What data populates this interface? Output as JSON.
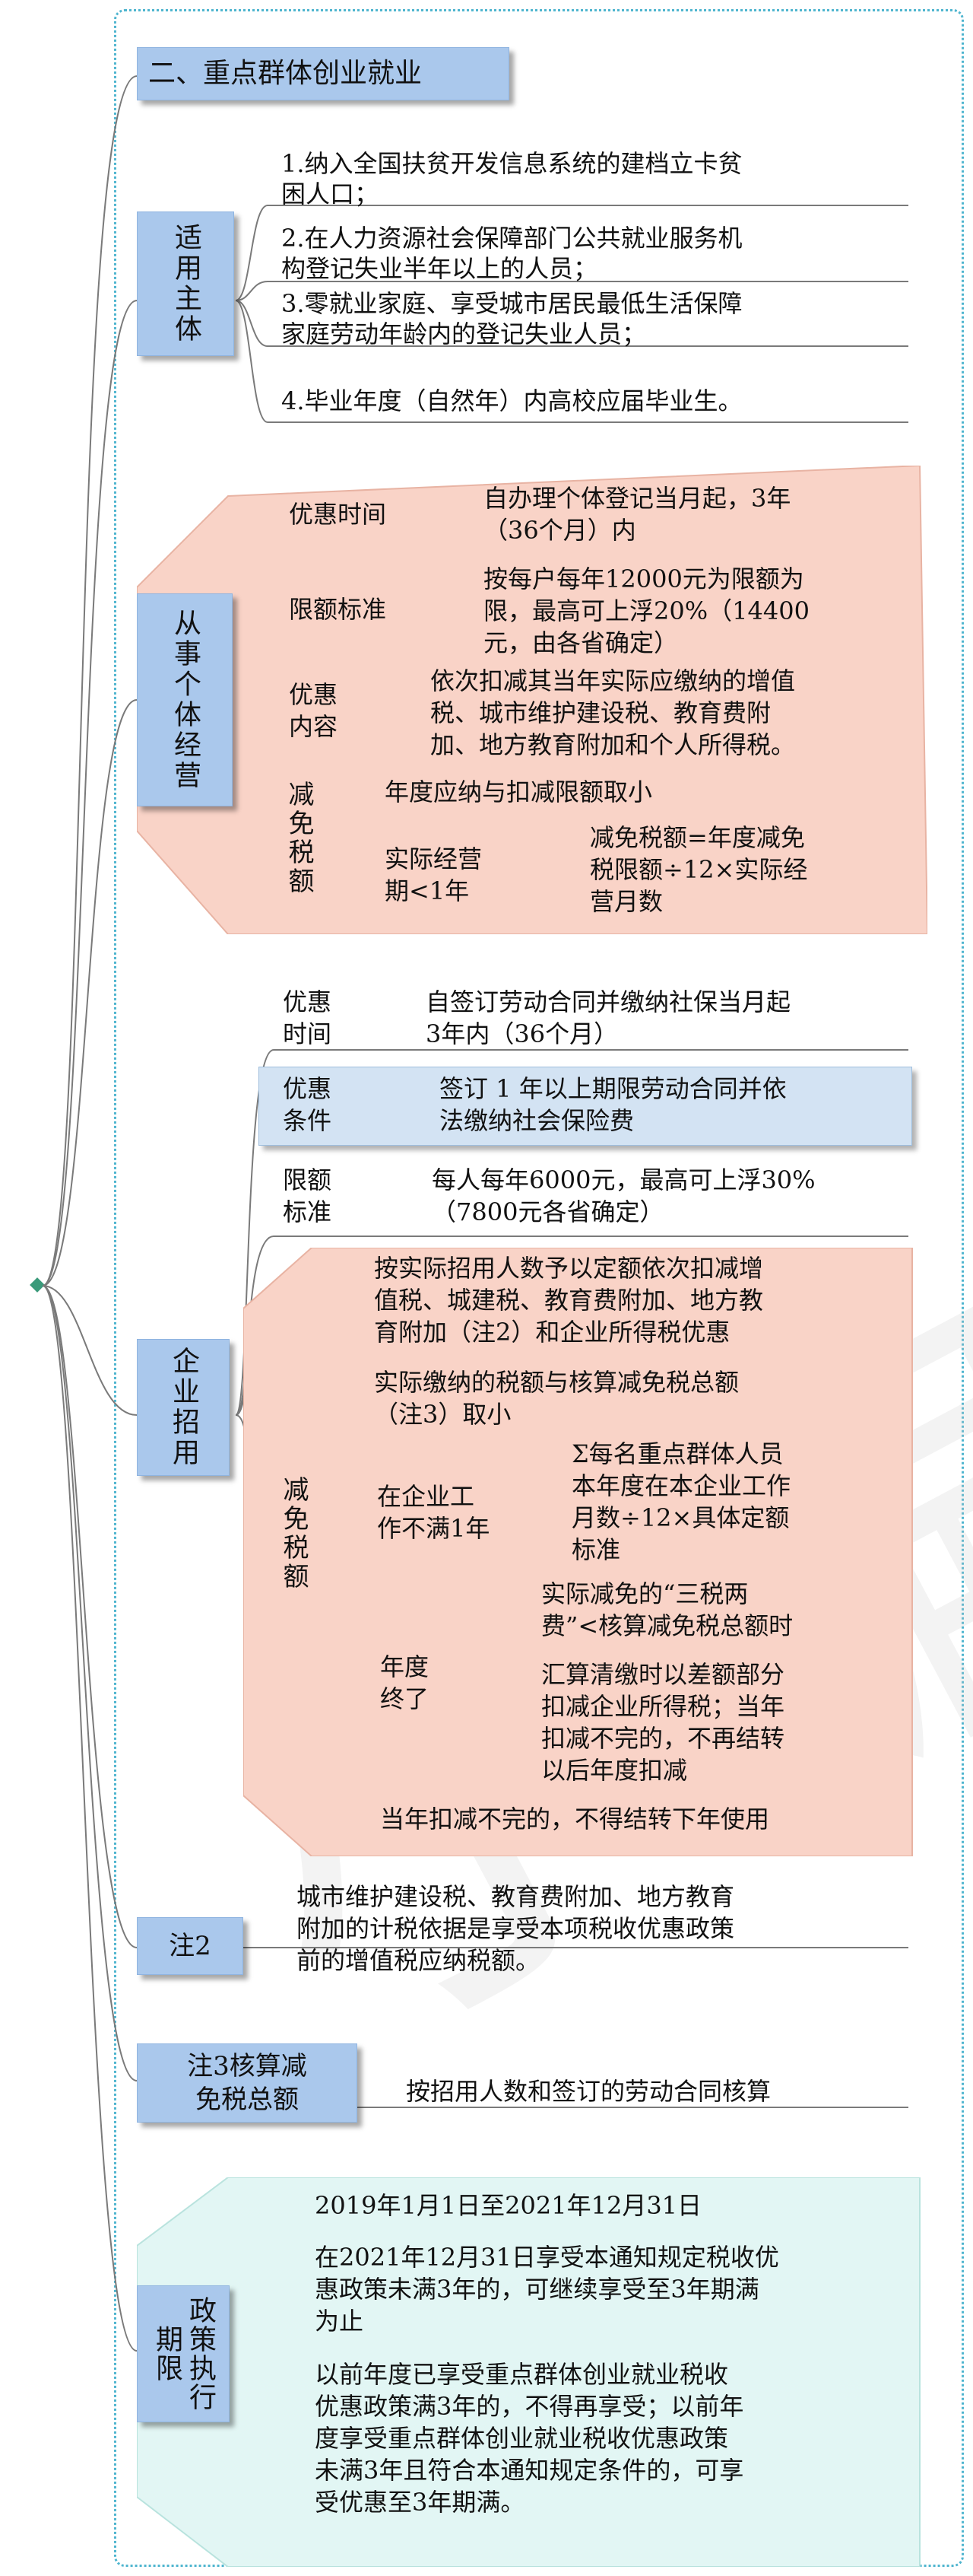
{
  "title": "二、重点群体创业就业",
  "applicable": {
    "label": "适用主体",
    "items": [
      [
        "1.纳入全国扶贫开发信息系统的建档立卡贫",
        "困人口；"
      ],
      [
        "2.在人力资源社会保障部门公共就业服务机",
        "构登记失业半年以上的人员；"
      ],
      [
        "3.零就业家庭、享受城市居民最低生活保障",
        "家庭劳动年龄内的登记失业人员；"
      ],
      [
        "4.毕业年度（自然年）内高校应届毕业生。"
      ]
    ]
  },
  "self_employed": {
    "label": "从事个体经营",
    "time_label": "优惠时间",
    "time_value": [
      "自办理个体登记当月起，3年",
      "（36个月）内"
    ],
    "limit_label": "限额标准",
    "limit_value": [
      "按每户每年12000元为限额为",
      "限，最高可上浮20%（14400",
      "元，由各省确定）"
    ],
    "content_label": [
      "优惠",
      "内容"
    ],
    "content_value": [
      "依次扣减其当年实际应缴纳的增值",
      "税、城市维护建设税、教育费附",
      "加、地方教育附加和个人所得税。"
    ],
    "reduction_label": "减免税额",
    "reduction_rule": "年度应纳与扣减限额取小",
    "period_label": [
      "实际经营",
      "期<1年"
    ],
    "period_value": [
      "减免税额=年度减免",
      "税限额÷12×实际经",
      "营月数"
    ]
  },
  "enterprise": {
    "label": "企业招用",
    "time_label": [
      "优惠",
      "时间"
    ],
    "time_value": [
      "自签订劳动合同并缴纳社保当月起",
      "3年内（36个月）"
    ],
    "cond_label": [
      "优惠",
      "条件"
    ],
    "cond_value": [
      "签订 1 年以上期限劳动合同并依",
      "法缴纳社会保险费"
    ],
    "limit_label": [
      "限额",
      "标准"
    ],
    "limit_value": [
      "每人每年6000元，最高可上浮30%",
      "（7800元各省确定）"
    ],
    "deduct_text": [
      "按实际招用人数予以定额依次扣减增",
      "值税、城建税、教育费附加、地方教",
      "育附加（注2）和企业所得税优惠"
    ],
    "reduction_label": "减免税额",
    "actual_rule": [
      "实际缴纳的税额与核算减免税总额",
      "（注3）取小"
    ],
    "lt1_label": [
      "在企业工",
      "作不满1年"
    ],
    "lt1_value": [
      "Σ每名重点群体人员",
      "本年度在本企业工作",
      "月数÷12×具体定额",
      "标准"
    ],
    "year_end_label": [
      "年度",
      "终了"
    ],
    "year_end_cond": [
      "实际减免的“三税两",
      "费”<核算减免税总额时"
    ],
    "year_end_value": [
      "汇算清缴时以差额部分",
      "扣减企业所得税；当年",
      "扣减不完的，不再结转",
      "以后年度扣减"
    ],
    "no_carry": "当年扣减不完的，不得结转下年使用"
  },
  "note2": {
    "label": "注2",
    "value": [
      "城市维护建设税、教育费附加、地方教育",
      "附加的计税依据是享受本项税收优惠政策",
      "前的增值税应纳税额。"
    ]
  },
  "note3": {
    "label": [
      "注3核算减",
      "免税总额"
    ],
    "value": "按招用人数和签订的劳动合同核算"
  },
  "policy": {
    "label": "政策执行期限",
    "period": "2019年1月1日至2021年12月31日",
    "cont": [
      "在2021年12月31日享受本通知规定税收优",
      "惠政策未满3年的，可继续享受至3年期满",
      "为止"
    ],
    "prior": [
      "以前年度已享受重点群体创业就业税收",
      "优惠政策满3年的，不得再享受；以前年",
      "度享受重点群体创业就业税收优惠政策",
      "未满3年且符合本通知规定条件的，可享",
      "受优惠至3年期满。"
    ]
  },
  "watermark": "小编",
  "colors": {
    "node_blue": "#aac8ec",
    "salmon": "#f9d3c7",
    "light_blue": "#d3e3f3",
    "mint": "#e2f6f4",
    "frame": "#4fb5cf",
    "root_marker": "#3a9a7a"
  }
}
